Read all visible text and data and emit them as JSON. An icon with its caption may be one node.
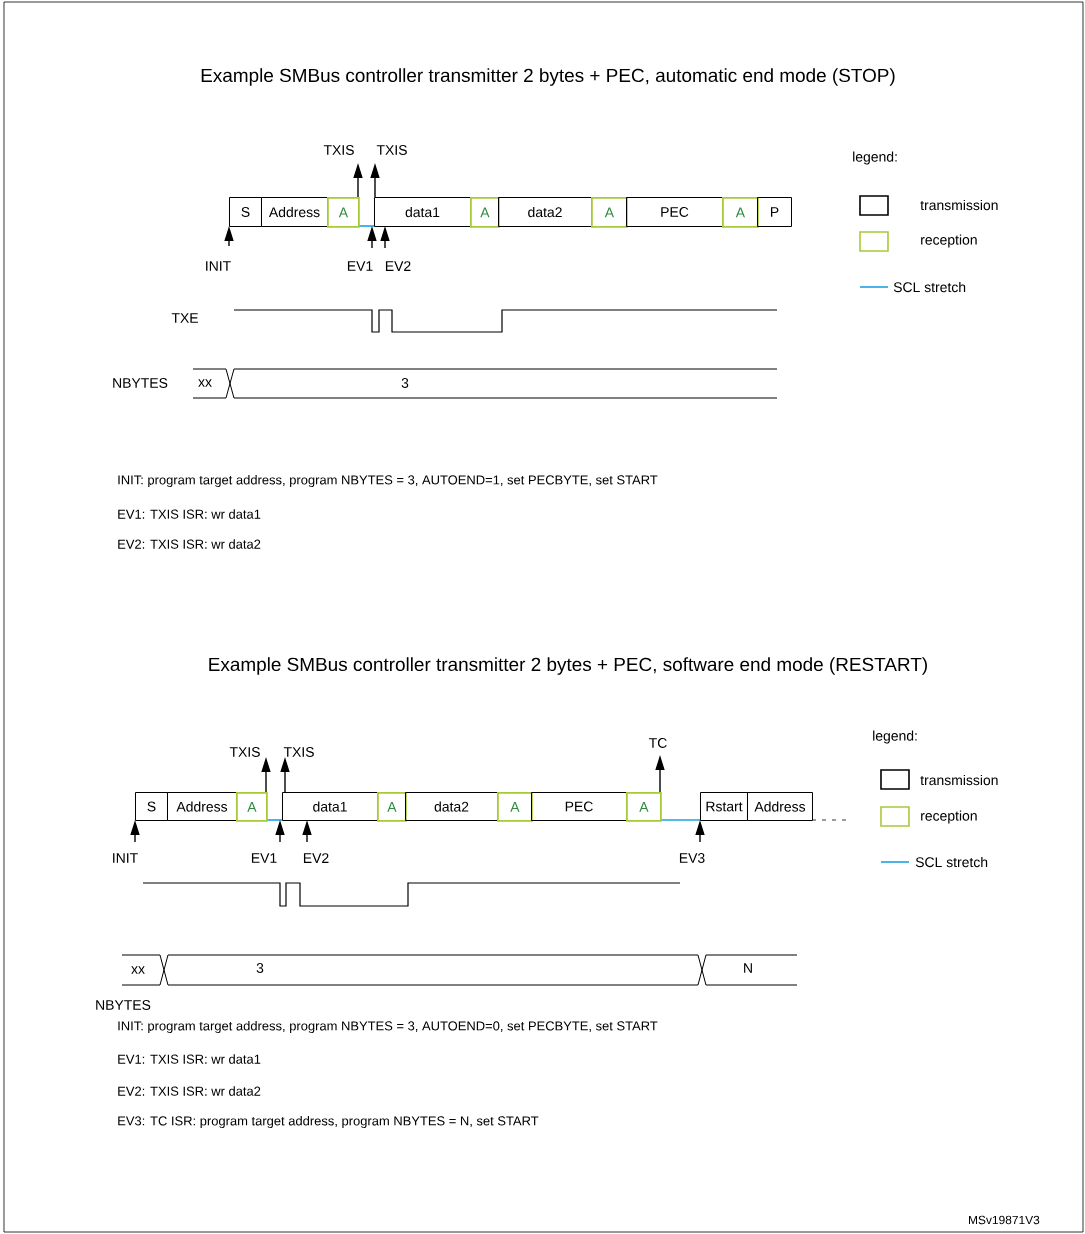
{
  "diagram": {
    "nodes": [
      {
        "text": [
          "S"
        ]
      },
      {
        "text": [
          "Address"
        ]
      },
      {
        "text": [
          "A"
        ]
      },
      {
        "text": [
          "data1"
        ]
      },
      {
        "text": [
          "A"
        ]
      },
      {
        "text": [
          "data2"
        ]
      },
      {
        "text": [
          "A"
        ]
      },
      {
        "text": [
          "PEC"
        ]
      },
      {
        "text": [
          "A"
        ]
      },
      {
        "text": [
          "P"
        ]
      },
      {
        "text": [
          "S"
        ]
      },
      {
        "text": [
          "Address"
        ]
      },
      {
        "text": [
          "A"
        ]
      },
      {
        "text": [
          "data1"
        ]
      },
      {
        "text": [
          "A"
        ]
      },
      {
        "text": [
          "data2"
        ]
      },
      {
        "text": [
          "A"
        ]
      },
      {
        "text": [
          "PEC"
        ]
      },
      {
        "text": [
          "A"
        ]
      },
      {
        "text": [
          "Rstart"
        ]
      },
      {
        "text": [
          "Address"
        ]
      }
    ],
    "labels": [
      "Example SMBus controller transmitter 2 bytes + PEC, automatic end mode (STOP)",
      "TXIS",
      "TXIS",
      "legend:",
      "INIT",
      "EV1",
      "EV2",
      "TXE",
      "NBYTES",
      "xx",
      "3",
      "INIT: program target address, program NBYTES = 3, AUTOEND=1, set PECBYTE, set START",
      "EV1: TXIS ISR: wr data1",
      "EV2: TXIS ISR: wr data2",
      "Example SMBus controller  transmitter 2 bytes + PEC, software end mode (RESTART)",
      "TXIS",
      "TXIS",
      "TC",
      "legend:",
      "INIT",
      "EV1",
      "EV2",
      "EV3",
      "xx",
      "3",
      "N",
      "NBYTES",
      "INIT: program target address, program NBYTES = 3, AUTOEND=0, set PECBYTE, set START",
      "EV1: TXIS ISR: wr data1",
      "EV2: TXIS ISR: wr data2",
      "EV3: TC ISR: program target address, program NBYTES = N, set START",
      "MSv19871V3"
    ],
    "legend": [
      {
        "text": "transmission"
      },
      {
        "text": "reception"
      },
      {
        "text": "SCL stretch"
      },
      {
        "text": "transmission"
      },
      {
        "text": "reception"
      },
      {
        "text": "SCL stretch"
      }
    ]
  }
}
